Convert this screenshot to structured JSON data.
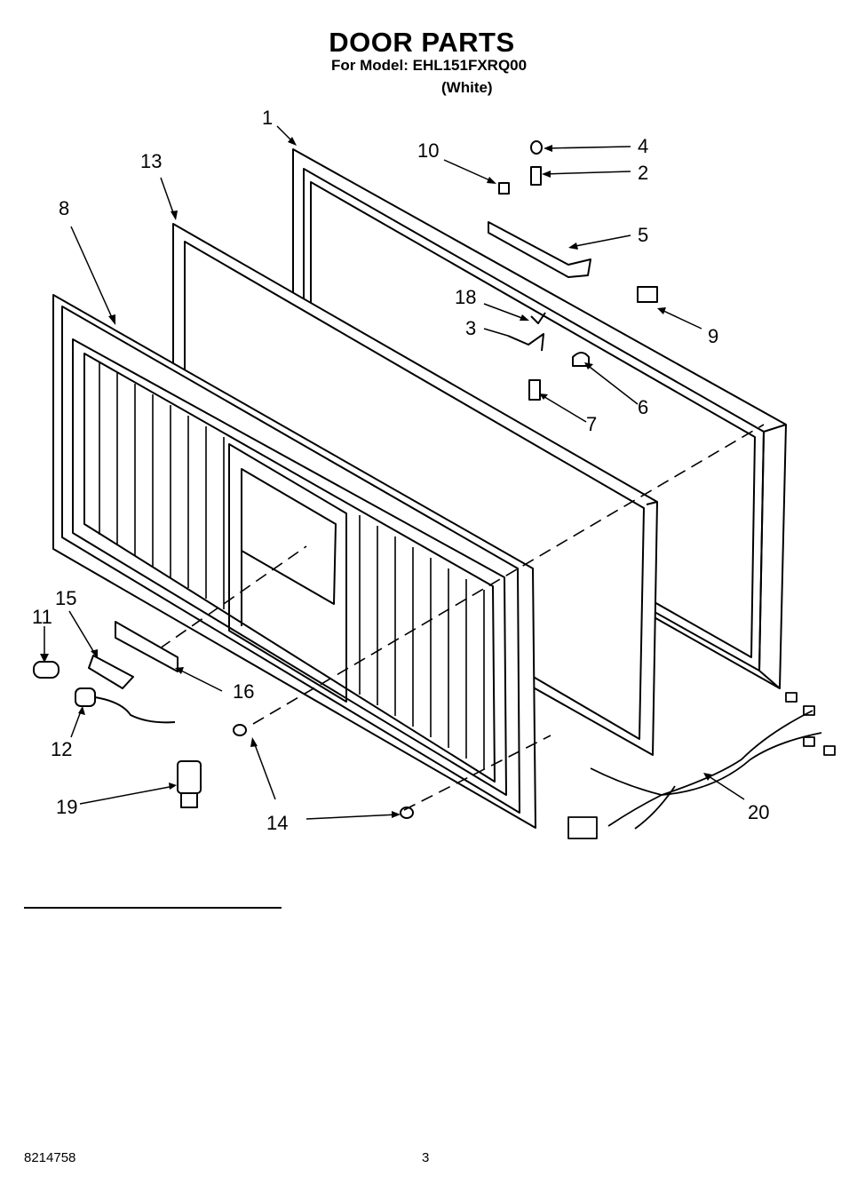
{
  "header": {
    "title": "DOOR PARTS",
    "model_line": "For Model: EHL151FXRQ00",
    "color_line": "(White)"
  },
  "callouts": [
    "1",
    "2",
    "3",
    "4",
    "5",
    "6",
    "7",
    "8",
    "9",
    "10",
    "11",
    "12",
    "13",
    "14",
    "15",
    "16",
    "18",
    "19",
    "20",
    "14"
  ],
  "footer": {
    "doc_number": "8214758",
    "page_number": "3"
  }
}
